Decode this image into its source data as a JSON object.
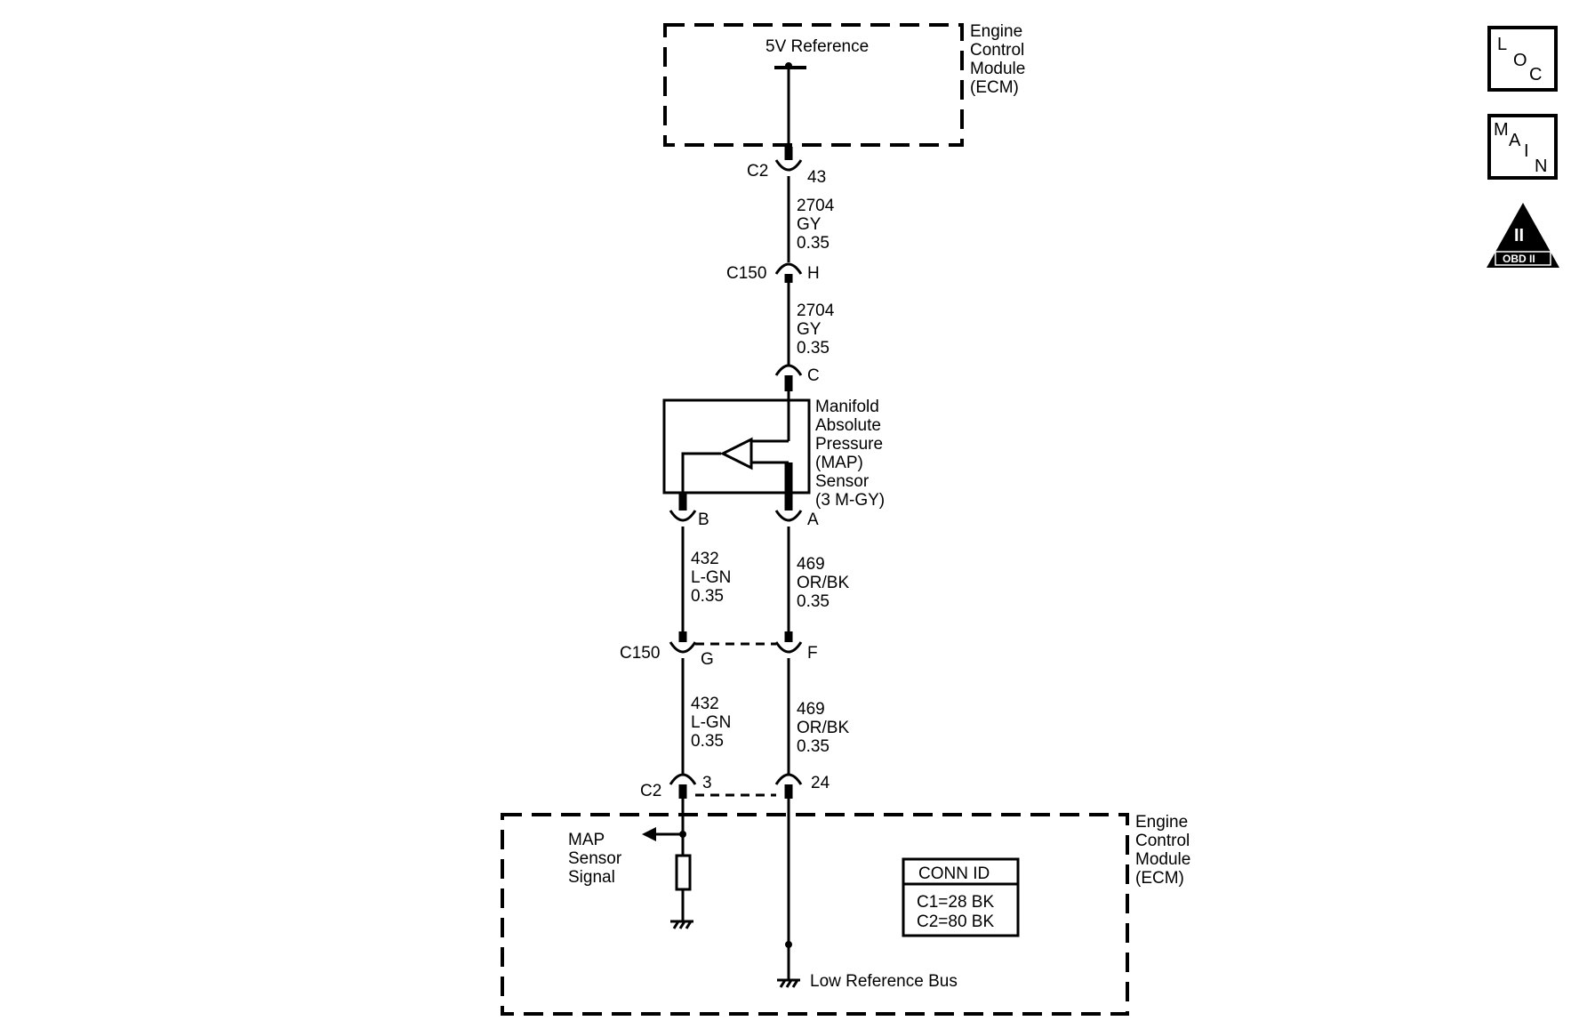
{
  "ecm_top": {
    "name_lines": [
      "Engine",
      "Control",
      "Module",
      "(ECM)"
    ],
    "ref_label": "5V Reference"
  },
  "ecm_bottom": {
    "name_lines": [
      "Engine",
      "Control",
      "Module",
      "(ECM)"
    ],
    "signal_lines": [
      "MAP",
      "Sensor",
      "Signal"
    ],
    "low_ref_label": "Low Reference Bus",
    "conn_id": {
      "title": "CONN ID",
      "rows": [
        "C1=28 BK",
        "C2=80 BK"
      ]
    }
  },
  "connectors": {
    "c2_top": {
      "name": "C2",
      "pin": "43"
    },
    "c150_top": {
      "name": "C150",
      "pin": "H"
    },
    "map_c": {
      "pin": "C"
    },
    "map_b": {
      "pin": "B"
    },
    "map_a": {
      "pin": "A"
    },
    "c150_mid": {
      "name": "C150",
      "pin_left": "G",
      "pin_right": "F"
    },
    "c2_bottom": {
      "name": "C2",
      "pin_left": "3",
      "pin_right": "24"
    }
  },
  "wires": {
    "w1": [
      "2704",
      "GY",
      "0.35"
    ],
    "w2": [
      "2704",
      "GY",
      "0.35"
    ],
    "w3": [
      "432",
      "L-GN",
      "0.35"
    ],
    "w4": [
      "469",
      "OR/BK",
      "0.35"
    ],
    "w5": [
      "432",
      "L-GN",
      "0.35"
    ],
    "w6": [
      "469",
      "OR/BK",
      "0.35"
    ]
  },
  "sensor": {
    "lines": [
      "Manifold",
      "Absolute",
      "Pressure",
      "(MAP)",
      "Sensor",
      "(3 M-GY)"
    ]
  },
  "side_icons": {
    "loc": [
      "L",
      "O",
      "C"
    ],
    "main": [
      "M",
      "A",
      "I",
      "N"
    ],
    "obd_numeral": "II",
    "obd_label": "OBD II"
  }
}
